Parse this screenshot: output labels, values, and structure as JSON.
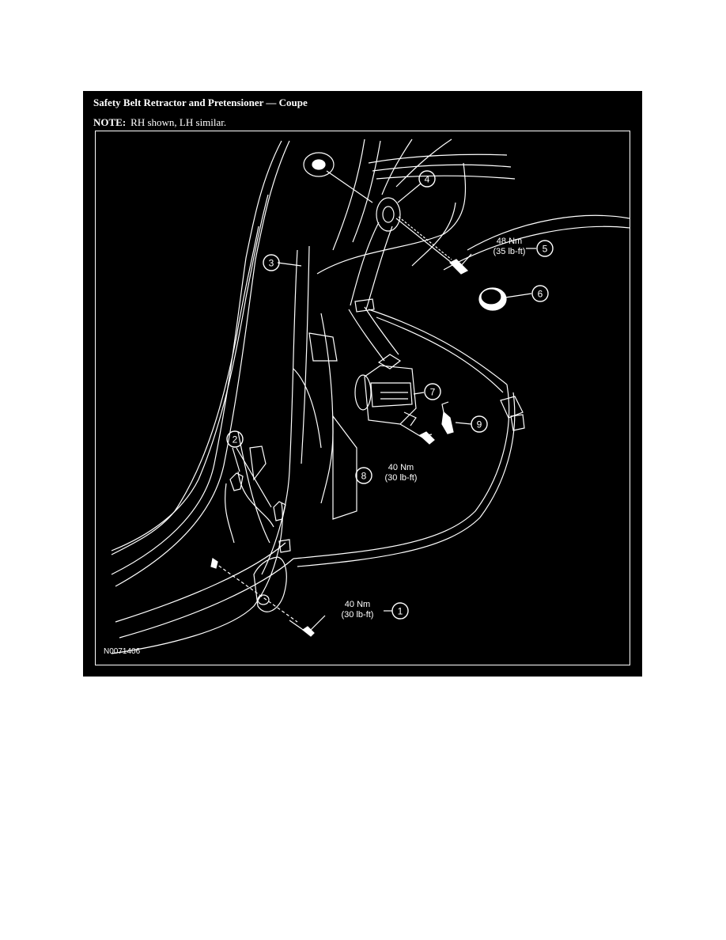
{
  "diagram": {
    "title": "Safety Belt Retractor and Pretensioner — Coupe",
    "note_label": "NOTE:",
    "note_text": "RH shown, LH similar.",
    "reference_code": "N0071406",
    "callouts": [
      {
        "id": "1",
        "torque": "40 Nm",
        "torque_imperial": "(30 lb-ft)"
      },
      {
        "id": "2"
      },
      {
        "id": "3"
      },
      {
        "id": "4"
      },
      {
        "id": "5",
        "torque": "48 Nm",
        "torque_imperial": "(35 lb-ft)"
      },
      {
        "id": "6"
      },
      {
        "id": "7"
      },
      {
        "id": "8",
        "torque": "40 Nm",
        "torque_imperial": "(30 lb-ft)"
      },
      {
        "id": "9"
      }
    ]
  },
  "colors": {
    "background": "#000000",
    "lines": "#ffffff",
    "page": "#ffffff"
  }
}
